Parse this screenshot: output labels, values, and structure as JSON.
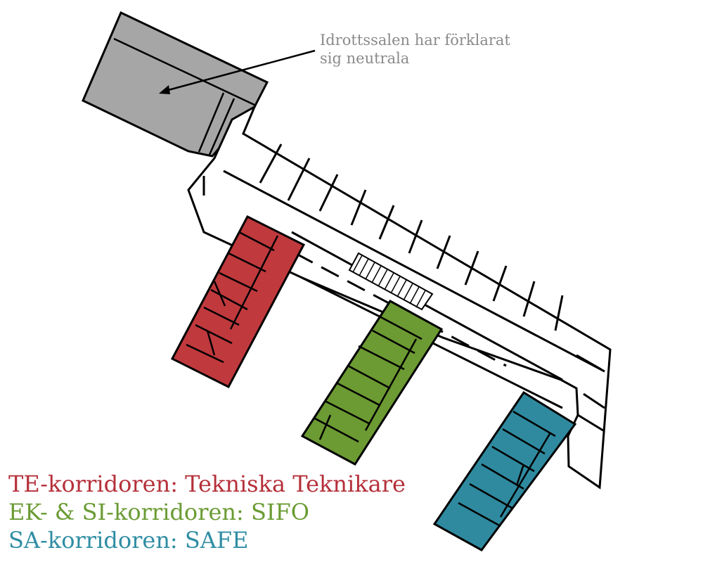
{
  "annotation": {
    "line1": "Idrottssalen har förklarat",
    "line2": "sig neutrala"
  },
  "legend": [
    {
      "text": "TE-korridoren: Tekniska Teknikare",
      "color": "#b5303a"
    },
    {
      "text": "EK- & SI-korridoren: SIFO",
      "color": "#6a9b34"
    },
    {
      "text": "SA-korridoren: SAFE",
      "color": "#2f8da3"
    }
  ],
  "colors": {
    "gym": "#a6a6a6",
    "te": "#c0393d",
    "ek_si": "#6c9a33",
    "sa": "#2f8aa0",
    "walls": "#000000",
    "annotation": "#8a8a8a"
  }
}
